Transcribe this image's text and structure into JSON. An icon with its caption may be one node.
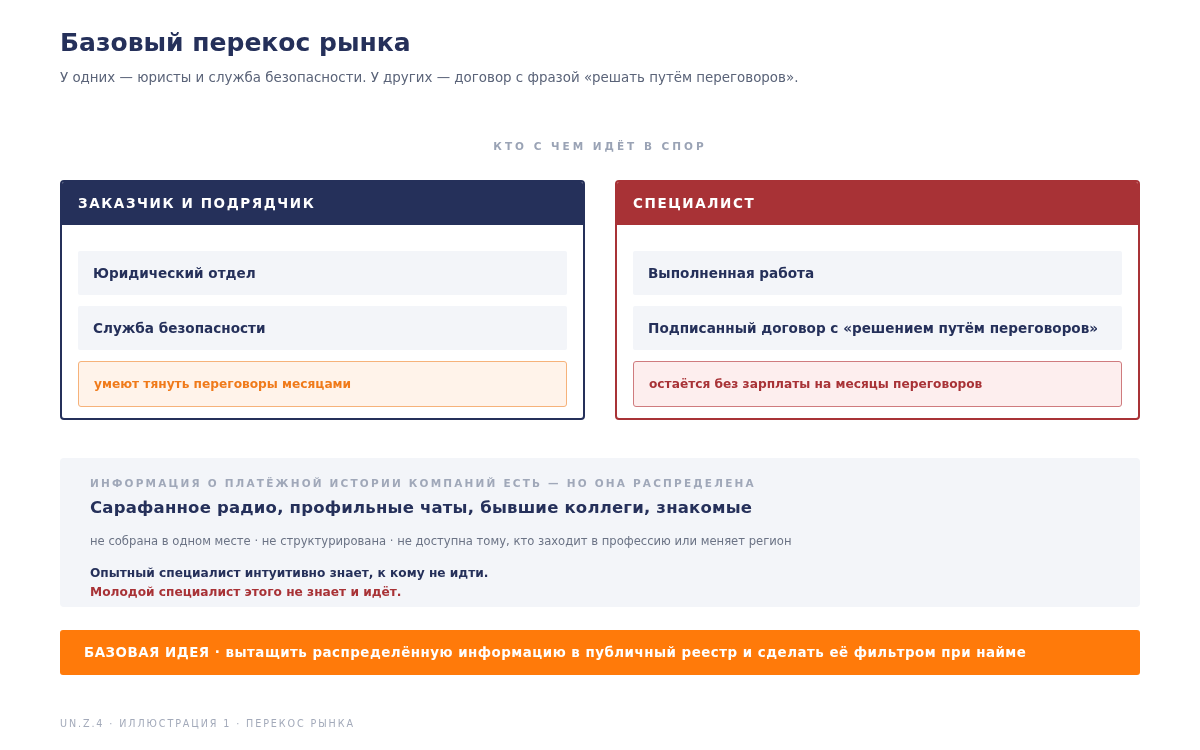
{
  "diagram": {
    "title": "Базовый перекос рынка",
    "nodes": [
      {
        "text": [
          "ЗАКАЗЧИК И ПОДРЯДЧИК"
        ]
      },
      {
        "text": [
          "Юридический отдел"
        ],
        "in": 0
      },
      {
        "text": [
          "Служба безопасности"
        ],
        "in": 0
      },
      {
        "text": [
          "умеют тянуть переговоры месяцами"
        ],
        "in": 0
      },
      {
        "text": [
          "СПЕЦИАЛИСТ"
        ]
      },
      {
        "text": [
          "Выполненная работа"
        ],
        "in": 4
      },
      {
        "text": [
          "Подписанный договор с «решением путём переговоров»"
        ],
        "in": 4
      },
      {
        "text": [
          "остаётся без зарплаты на месяцы переговоров"
        ],
        "in": 4
      },
      {
        "text": [
          "ИНФОРМАЦИЯ О ПЛАТЁЖНОЙ ИСТОРИИ КОМПАНИЙ ЕСТЬ — НО ОНА РАСПРЕДЕЛЕНА",
          "Сарафанное радио, профильные чаты, бывшие коллеги, знакомые",
          "не собрана в одном месте · не структурирована · не доступна тому, кто заходит в профессию или меняет регион",
          "Опытный специалист интуитивно знает, к кому не идти.",
          "Молодой специалист этого не знает и идёт."
        ]
      },
      {
        "text": [
          "БАЗОВАЯ ИДЕЯ · вытащить распределённую информацию в публичный реестр и сделать её фильтром при найме"
        ]
      }
    ],
    "edges": [],
    "labels": [
      "У одних — юристы и служба безопасности. У других — договор с фразой «решать путём переговоров».",
      "КТО С ЧЕМ ИДЁТ В СПОР"
    ],
    "caption": "UN.Z.4 · ИЛЛЮСТРАЦИЯ 1 · ПЕРЕКОС РЫНКА"
  }
}
